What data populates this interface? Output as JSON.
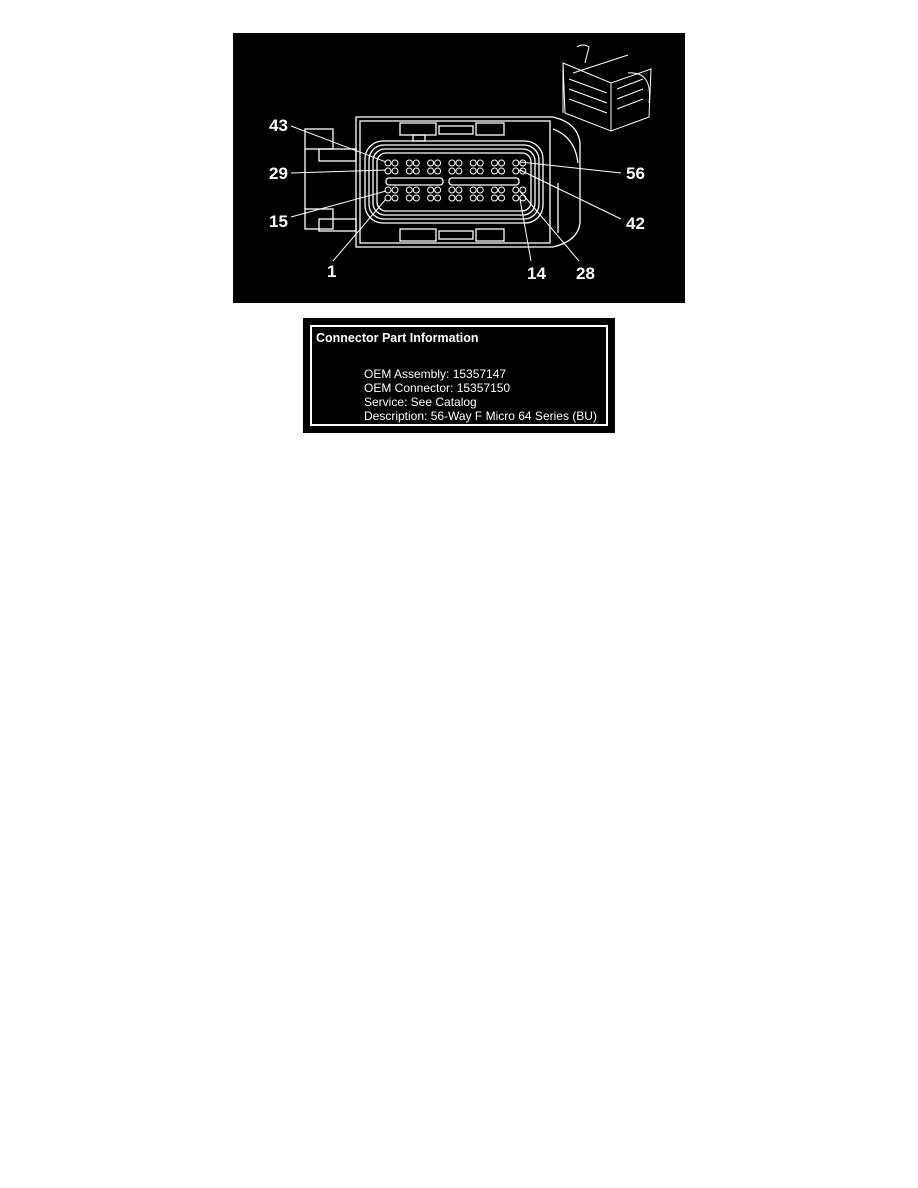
{
  "diagram": {
    "pin_labels": {
      "p43": "43",
      "p29": "29",
      "p15": "15",
      "p1": "1",
      "p14": "14",
      "p28": "28",
      "p56": "56",
      "p42": "42"
    },
    "colors": {
      "background": "#000000",
      "line": "#ffffff"
    }
  },
  "connector_info": {
    "title": "Connector Part Information",
    "oem_assembly": "OEM Assembly: 15357147",
    "oem_connector": "OEM Connector: 15357150",
    "service": "Service: See Catalog",
    "description": "Description: 56-Way F Micro 64 Series (BU)"
  }
}
